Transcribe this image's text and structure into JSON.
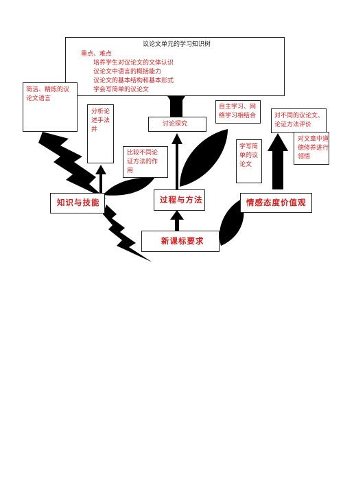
{
  "top_box": {
    "title": "议论文单元的学习知识树",
    "subtitle": "重点、难点",
    "items": [
      "培养学生对议论文的文体认识",
      "议论文中语言的概括能力",
      "议论文的基本结构和基本形式",
      "学会写简单的议论文"
    ]
  },
  "boxes": {
    "concise_language": [
      "简洁、精炼的议",
      "论文语言"
    ],
    "analysis": [
      "分析论",
      "述手法",
      "并"
    ],
    "compare": [
      "比较不同论",
      "证方法的作",
      "用"
    ],
    "discussion": "讨论探究",
    "self_study": [
      "自主学习、网",
      "络学习相结合"
    ],
    "write_simple": [
      "学写简",
      "单的议",
      "论文"
    ],
    "evaluate": [
      "对不同的议论文、",
      "论证方法评价"
    ],
    "moral": [
      "对文章中道",
      "德修养进行",
      "领悟"
    ]
  },
  "main_labels": {
    "knowledge": "知识与技能",
    "process": "过程与方法",
    "emotion": "情感态度价值观",
    "standard": "新课标要求"
  },
  "colors": {
    "red": "#d62020",
    "black": "#111111",
    "border": "#222222"
  }
}
